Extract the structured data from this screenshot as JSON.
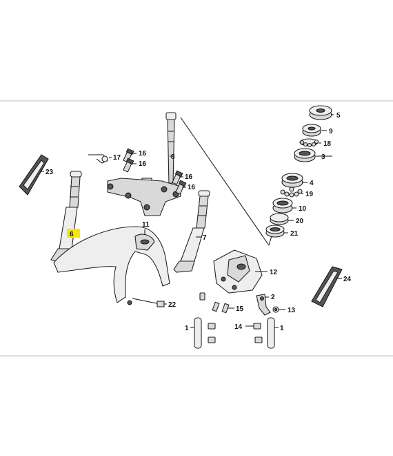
{
  "diagram": {
    "callouts": [
      {
        "id": "c5",
        "label": "5"
      },
      {
        "id": "c9",
        "label": "9"
      },
      {
        "id": "c18",
        "label": "18"
      },
      {
        "id": "c3",
        "label": "3"
      },
      {
        "id": "c4",
        "label": "4"
      },
      {
        "id": "c19",
        "label": "19"
      },
      {
        "id": "c10",
        "label": "10"
      },
      {
        "id": "c20",
        "label": "20"
      },
      {
        "id": "c21",
        "label": "21"
      },
      {
        "id": "c8",
        "label": "8"
      },
      {
        "id": "c17",
        "label": "17"
      },
      {
        "id": "c16a",
        "label": "16"
      },
      {
        "id": "c16b",
        "label": "16"
      },
      {
        "id": "c16c",
        "label": "16"
      },
      {
        "id": "c16d",
        "label": "16"
      },
      {
        "id": "c23",
        "label": "23"
      },
      {
        "id": "c6",
        "label": "6",
        "highlighted": true
      },
      {
        "id": "c11",
        "label": "11"
      },
      {
        "id": "c7",
        "label": "7"
      },
      {
        "id": "c12",
        "label": "12"
      },
      {
        "id": "c2",
        "label": "2"
      },
      {
        "id": "c13",
        "label": "13"
      },
      {
        "id": "c15",
        "label": "15"
      },
      {
        "id": "c22",
        "label": "22"
      },
      {
        "id": "c1a",
        "label": "1"
      },
      {
        "id": "c14",
        "label": "14"
      },
      {
        "id": "c1b",
        "label": "1"
      },
      {
        "id": "c24",
        "label": "24"
      }
    ],
    "colors": {
      "highlight": "#f7e600",
      "frame": "#bdbdbd",
      "ink": "#111111"
    }
  }
}
